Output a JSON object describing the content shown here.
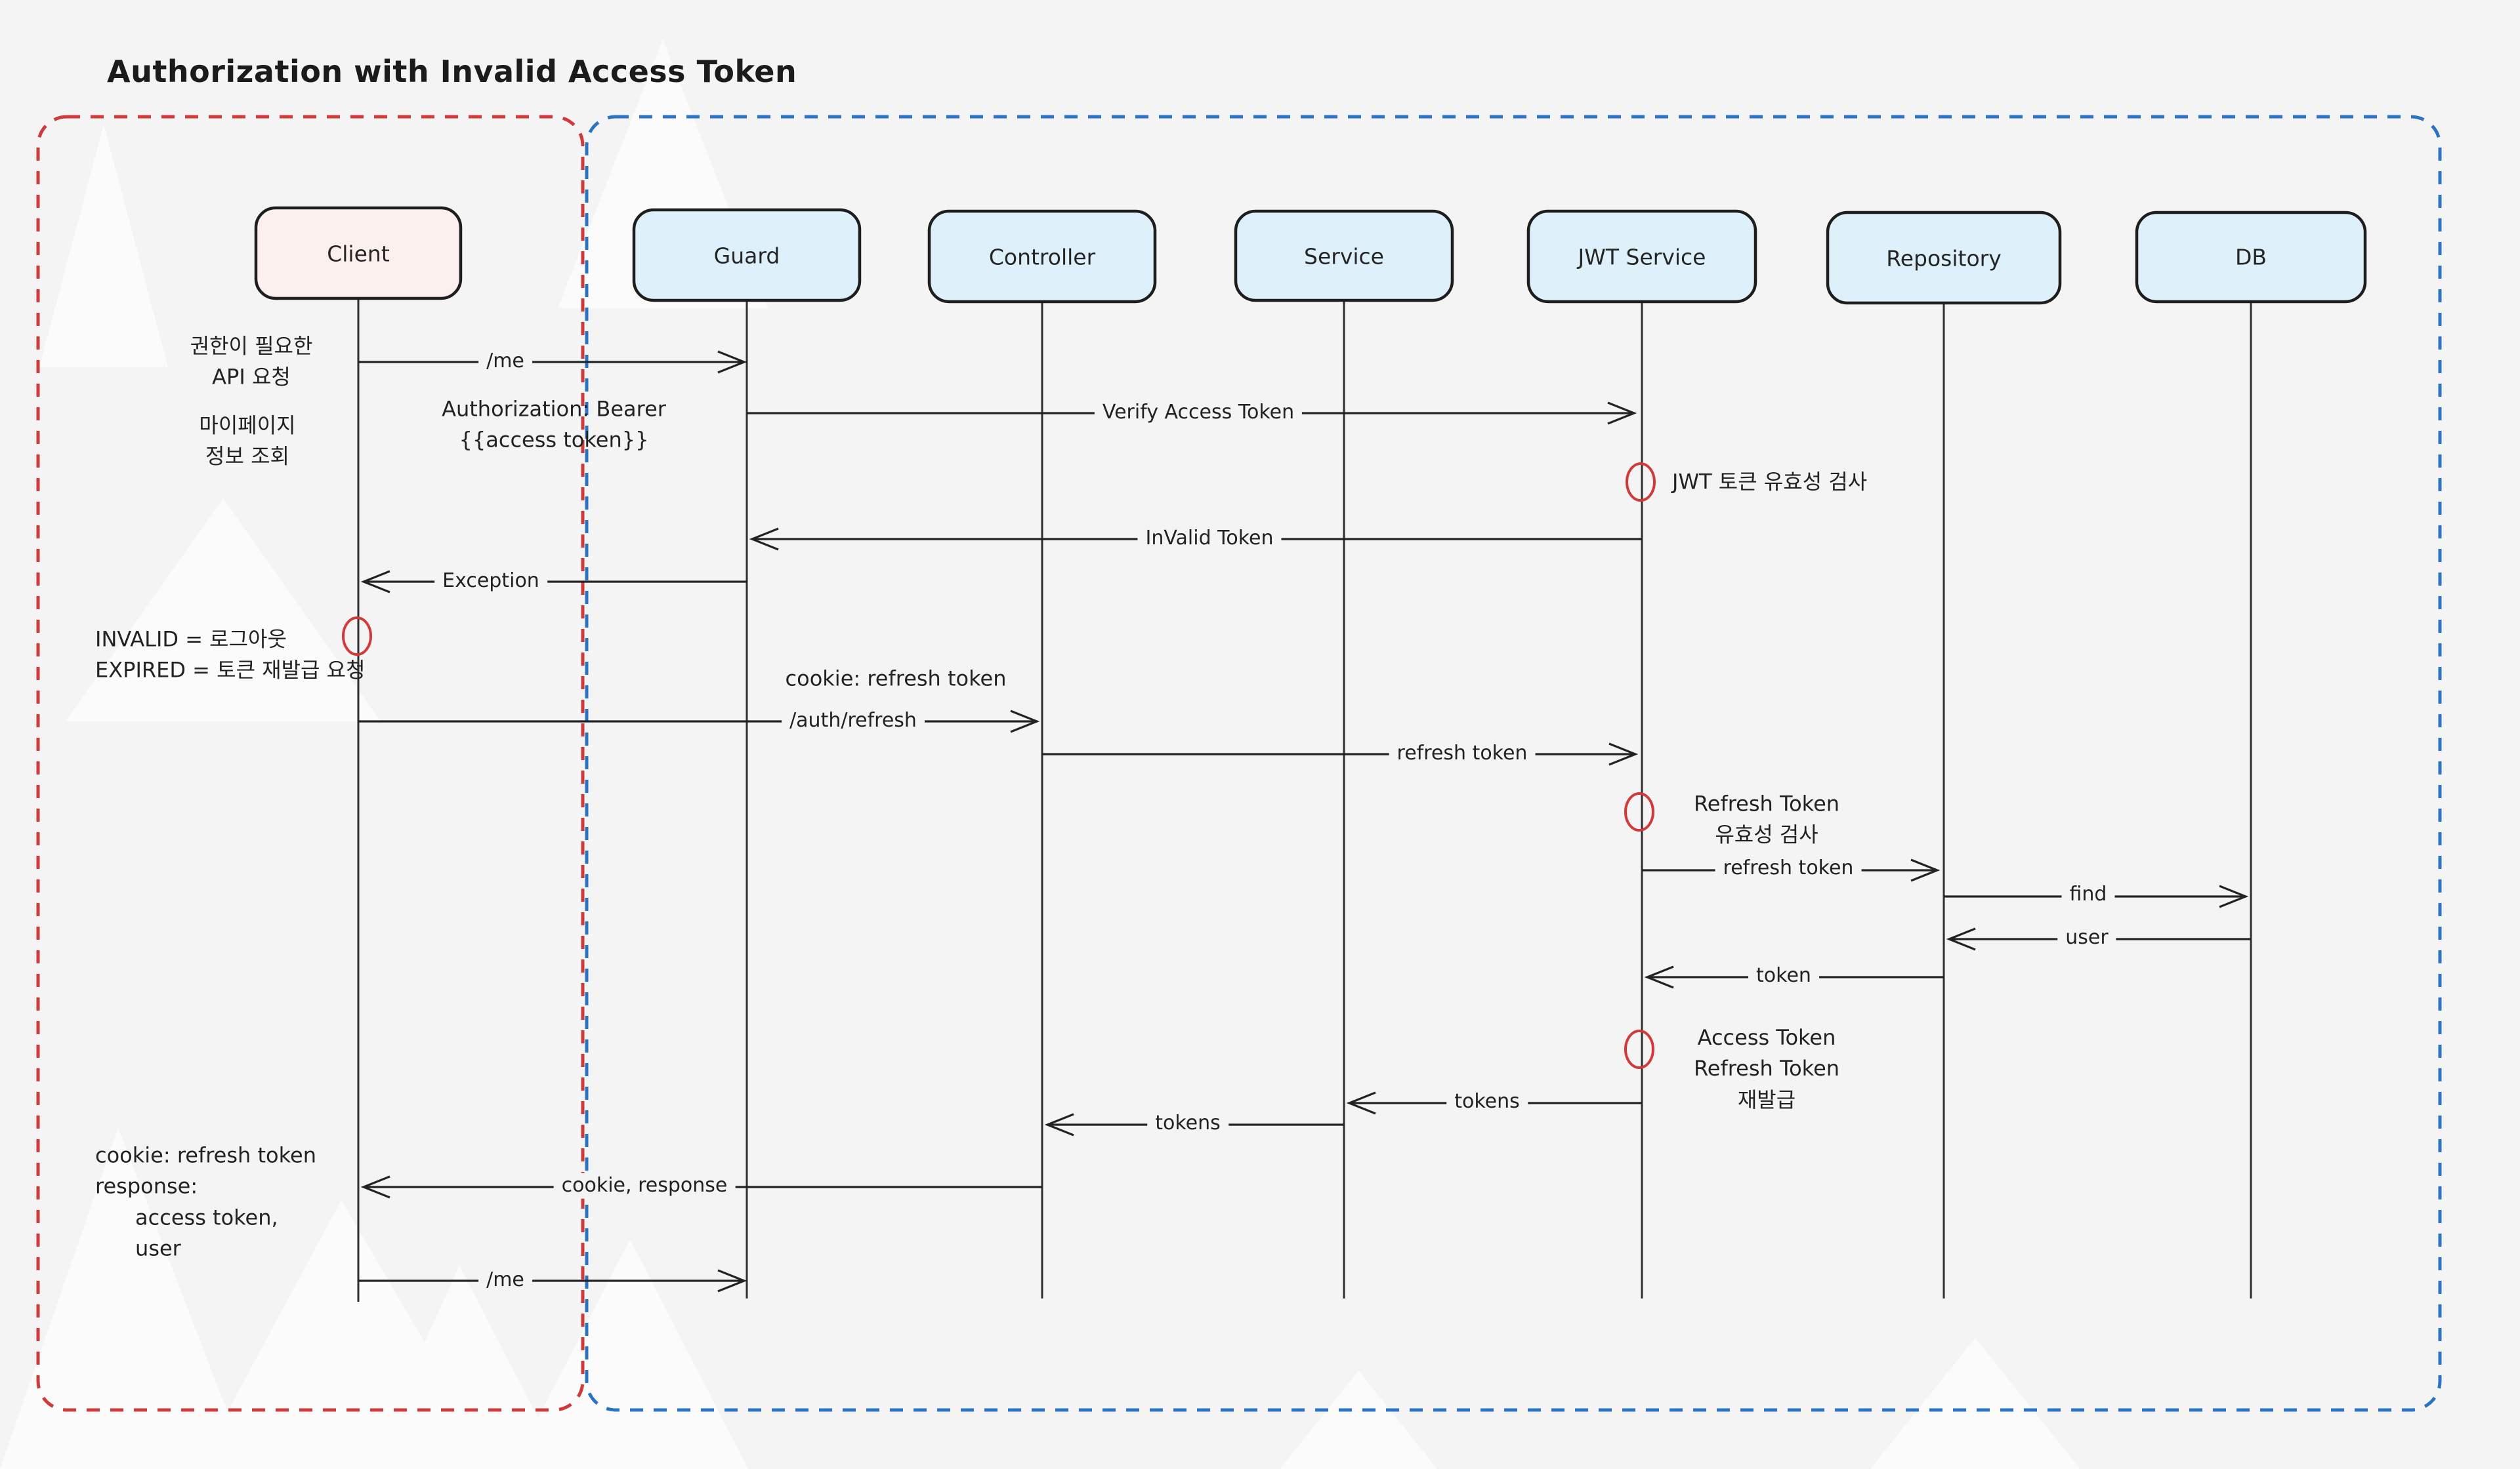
{
  "title": "Authorization with Invalid Access Token",
  "diagram_type": "sequence",
  "actors": [
    {
      "label": "Client",
      "group": "client"
    },
    {
      "label": "Guard",
      "group": "server"
    },
    {
      "label": "Controller",
      "group": "server"
    },
    {
      "label": "Service",
      "group": "server"
    },
    {
      "label": "JWT Service",
      "group": "server"
    },
    {
      "label": "Repository",
      "group": "server"
    },
    {
      "label": "DB",
      "group": "server"
    }
  ],
  "messages": [
    {
      "from": "Client",
      "to": "Guard",
      "label": "/me"
    },
    {
      "from": "Guard",
      "to": "JWT Service",
      "label": "Verify Access Token"
    },
    {
      "from": "JWT Service",
      "to": "Guard",
      "label": "InValid Token"
    },
    {
      "from": "Guard",
      "to": "Client",
      "label": "Exception"
    },
    {
      "from": "Client",
      "to": "Controller",
      "label": "/auth/refresh"
    },
    {
      "from": "Controller",
      "to": "JWT Service",
      "label": "refresh token"
    },
    {
      "from": "JWT Service",
      "to": "Repository",
      "label": "refresh token"
    },
    {
      "from": "Repository",
      "to": "DB",
      "label": "find"
    },
    {
      "from": "DB",
      "to": "Repository",
      "label": "user"
    },
    {
      "from": "Repository",
      "to": "JWT Service",
      "label": "token"
    },
    {
      "from": "JWT Service",
      "to": "Service",
      "label": "tokens"
    },
    {
      "from": "Service",
      "to": "Controller",
      "label": "tokens"
    },
    {
      "from": "Controller",
      "to": "Client",
      "label": "cookie, response"
    },
    {
      "from": "Client",
      "to": "Guard",
      "label": "/me"
    }
  ],
  "notes": {
    "request": "권한이 필요한\nAPI 요청",
    "mypage": "마이페이지\n정보 조회",
    "auth_header": "Authorization: Bearer\n{{access token}}",
    "jwt_validation": "JWT 토큰 유효성 검사",
    "invalid_policy": "INVALID = 로그아웃\nEXPIRED = 토큰 재발급 요청",
    "cookie_refresh": "cookie: refresh token",
    "refresh_validation": "Refresh Token\n유효성 검사",
    "reissue": "Access Token\nRefresh Token\n재발급",
    "response_detail": "cookie: refresh token\nresponse:\n      access token,\n      user"
  },
  "colors": {
    "client_boundary": "#cf3a3a",
    "server_boundary": "#2b74c4",
    "client_actor_fill": "#fcf0ee",
    "server_actor_fill": "#def0f9",
    "note_marker": "#d03a3a",
    "line_stroke": "#1e1e1e",
    "canvas_bg": "#f4f4f5"
  }
}
